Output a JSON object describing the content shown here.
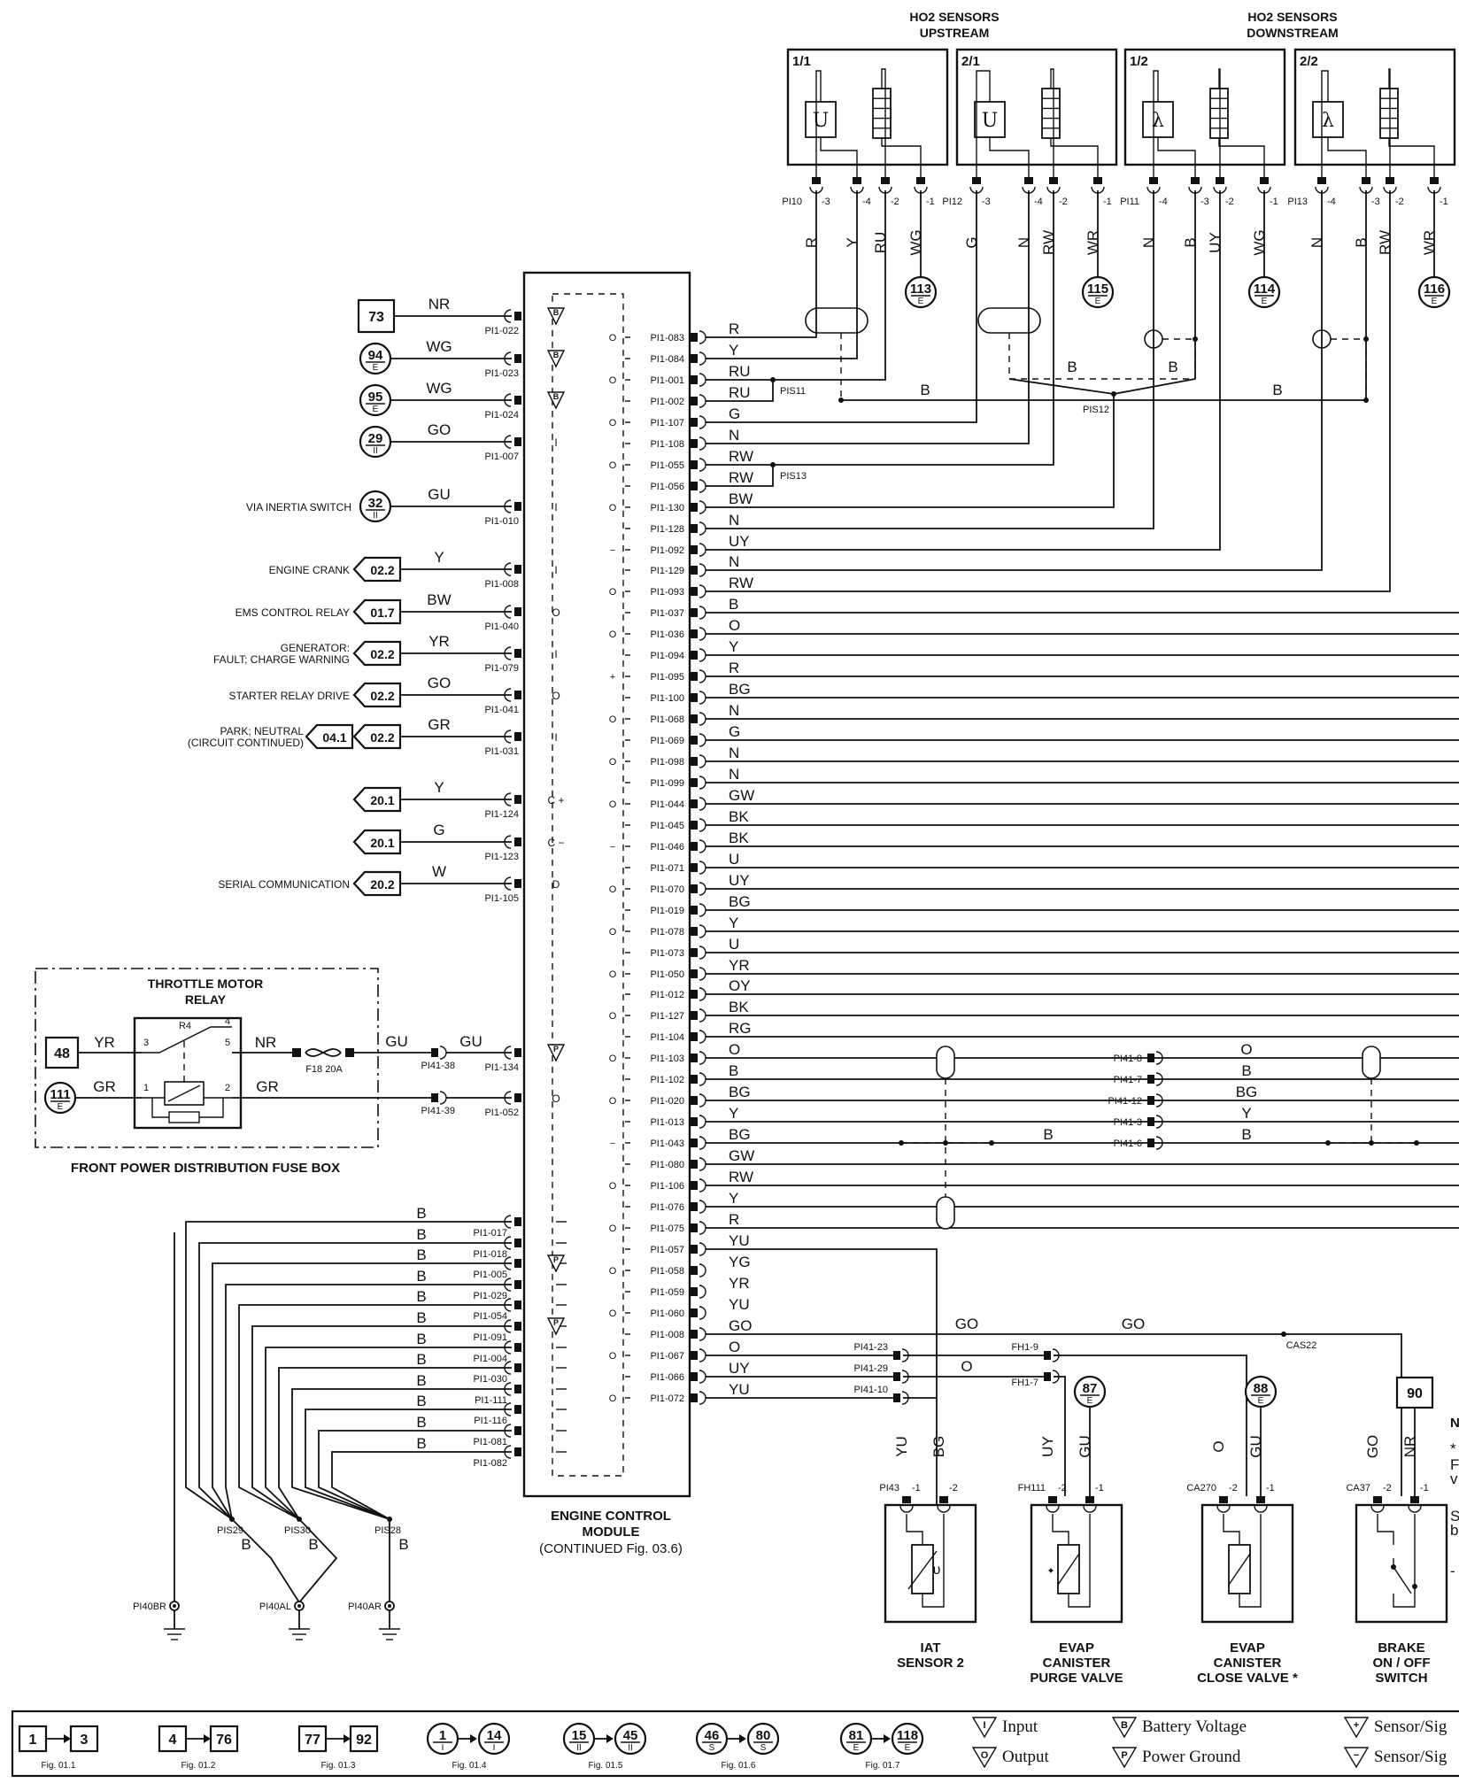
{
  "sensors": {
    "upstream_title": [
      "HO2 SENSORS",
      "UPSTREAM"
    ],
    "downstream_title": [
      "HO2 SENSORS",
      "DOWNSTREAM"
    ],
    "s11": {
      "id": "1/1",
      "sym": "U",
      "conn": "PI10",
      "pins": [
        "-3",
        "-4",
        "-2",
        "-1"
      ],
      "colors": [
        "R",
        "Y",
        "RU",
        "WG"
      ],
      "ref": "113",
      "ref_sub": "E"
    },
    "s21": {
      "id": "2/1",
      "sym": "U",
      "conn": "PI12",
      "pins": [
        "-3",
        "-4",
        "-2",
        "-1"
      ],
      "colors": [
        "G",
        "N",
        "RW",
        "WR"
      ],
      "ref": "115",
      "ref_sub": "E"
    },
    "s12": {
      "id": "1/2",
      "sym": "λ",
      "conn": "PI11",
      "pins": [
        "-4",
        "-3",
        "-2",
        "-1"
      ],
      "colors": [
        "N",
        "B",
        "UY",
        "WG"
      ],
      "ref": "114",
      "ref_sub": "E"
    },
    "s22": {
      "id": "2/2",
      "sym": "λ",
      "conn": "PI13",
      "pins": [
        "-4",
        "-3",
        "-2",
        "-1"
      ],
      "colors": [
        "N",
        "B",
        "RW",
        "WR"
      ],
      "ref": "116",
      "ref_sub": "E"
    }
  },
  "left_inputs": [
    {
      "ref": "73",
      "shape": "square",
      "color": "NR",
      "pin": "PI1-022",
      "io": "B"
    },
    {
      "ref": "94",
      "sub": "E",
      "shape": "circle",
      "color": "WG",
      "pin": "PI1-023",
      "io": "B"
    },
    {
      "ref": "95",
      "sub": "E",
      "shape": "circle",
      "color": "WG",
      "pin": "PI1-024",
      "io": "B"
    },
    {
      "ref": "29",
      "sub": "II",
      "shape": "circle",
      "color": "GO",
      "pin": "PI1-007",
      "io": "I"
    },
    {
      "ref": "32",
      "sub": "II",
      "shape": "circle",
      "color": "GU",
      "pin": "PI1-010",
      "io": "I",
      "label": [
        "VIA INERTIA SWITCH"
      ]
    },
    {
      "ref": "02.2",
      "shape": "arrow",
      "color": "Y",
      "pin": "PI1-008",
      "io": "I",
      "label": [
        "ENGINE CRANK"
      ]
    },
    {
      "ref": "01.7",
      "shape": "arrow",
      "color": "BW",
      "pin": "PI1-040",
      "io": "O",
      "label": [
        "EMS CONTROL RELAY"
      ]
    },
    {
      "ref": "02.2",
      "shape": "arrow",
      "color": "YR",
      "pin": "PI1-079",
      "io": "I",
      "label": [
        "GENERATOR:",
        "FAULT; CHARGE WARNING"
      ]
    },
    {
      "ref": "02.2",
      "shape": "arrow",
      "color": "GO",
      "pin": "PI1-041",
      "io": "O",
      "label": [
        "STARTER RELAY DRIVE"
      ]
    },
    {
      "ref": "02.2",
      "ref2": "04.1",
      "shape": "arrow2",
      "color": "GR",
      "pin": "PI1-031",
      "io": "I",
      "label": [
        "PARK; NEUTRAL",
        "(CIRCUIT CONTINUED)"
      ]
    },
    {
      "ref": "20.1",
      "shape": "arrow",
      "color": "Y",
      "pin": "PI1-124",
      "io": "C +"
    },
    {
      "ref": "20.1",
      "shape": "arrow",
      "color": "G",
      "pin": "PI1-123",
      "io": "C −"
    },
    {
      "ref": "20.2",
      "shape": "arrow",
      "color": "W",
      "pin": "PI1-105",
      "io": "D",
      "label": [
        "SERIAL COMMUNICATION"
      ]
    }
  ],
  "right_pins": [
    {
      "pin": "PI1-083",
      "color": "R"
    },
    {
      "pin": "PI1-084",
      "color": "Y"
    },
    {
      "pin": "PI1-001",
      "color": "RU"
    },
    {
      "pin": "PI1-002",
      "color": "RU"
    },
    {
      "pin": "PI1-107",
      "color": "G"
    },
    {
      "pin": "PI1-108",
      "color": "N"
    },
    {
      "pin": "PI1-055",
      "color": "RW"
    },
    {
      "pin": "PI1-056",
      "color": "RW"
    },
    {
      "pin": "PI1-130",
      "color": "BW"
    },
    {
      "pin": "PI1-128",
      "color": "N"
    },
    {
      "pin": "PI1-092",
      "color": "UY"
    },
    {
      "pin": "PI1-129",
      "color": "N"
    },
    {
      "pin": "PI1-093",
      "color": "RW"
    },
    {
      "pin": "PI1-037",
      "color": "B"
    },
    {
      "pin": "PI1-036",
      "color": "O"
    },
    {
      "pin": "PI1-094",
      "color": "Y"
    },
    {
      "pin": "PI1-095",
      "color": "R"
    },
    {
      "pin": "PI1-100",
      "color": "BG"
    },
    {
      "pin": "PI1-068",
      "color": "N"
    },
    {
      "pin": "PI1-069",
      "color": "G"
    },
    {
      "pin": "PI1-098",
      "color": "N"
    },
    {
      "pin": "PI1-099",
      "color": "N"
    },
    {
      "pin": "PI1-044",
      "color": "GW"
    },
    {
      "pin": "PI1-045",
      "color": "BK"
    },
    {
      "pin": "PI1-046",
      "color": "BK"
    },
    {
      "pin": "PI1-071",
      "color": "U"
    },
    {
      "pin": "PI1-070",
      "color": "UY"
    },
    {
      "pin": "PI1-019",
      "color": "BG"
    },
    {
      "pin": "PI1-078",
      "color": "Y"
    },
    {
      "pin": "PI1-073",
      "color": "U"
    },
    {
      "pin": "PI1-050",
      "color": "YR"
    },
    {
      "pin": "PI1-012",
      "color": "OY"
    },
    {
      "pin": "PI1-127",
      "color": "BK"
    },
    {
      "pin": "PI1-104",
      "color": "RG"
    },
    {
      "pin": "PI1-103",
      "color": "O"
    },
    {
      "pin": "PI1-102",
      "color": "B"
    },
    {
      "pin": "PI1-020",
      "color": "BG"
    },
    {
      "pin": "PI1-013",
      "color": "Y"
    },
    {
      "pin": "PI1-043",
      "color": "BG"
    },
    {
      "pin": "PI1-080",
      "color": "GW"
    },
    {
      "pin": "PI1-106",
      "color": "RW"
    },
    {
      "pin": "PI1-076",
      "color": "Y"
    },
    {
      "pin": "PI1-075",
      "color": "R"
    },
    {
      "pin": "PI1-057",
      "color": "YU"
    },
    {
      "pin": "PI1-058",
      "color": "YG"
    },
    {
      "pin": "PI1-059",
      "color": "YR"
    },
    {
      "pin": "PI1-060",
      "color": "YU"
    },
    {
      "pin": "PI1-008",
      "color": "GO"
    },
    {
      "pin": "PI1-067",
      "color": "O"
    },
    {
      "pin": "PI1-066",
      "color": "UY"
    },
    {
      "pin": "PI1-072",
      "color": "YU"
    }
  ],
  "splices": {
    "pis11": "PIS11",
    "pis12": "PIS12",
    "pis13": "PIS13",
    "b": "B"
  },
  "pi41": {
    "pins": [
      "PI41-8",
      "PI41-7",
      "PI41-12",
      "PI41-3",
      "PI41-6"
    ],
    "colors": [
      "O",
      "B",
      "BG",
      "Y",
      "B"
    ],
    "dash_label": "B"
  },
  "relay": {
    "title": [
      "THROTTLE MOTOR",
      "RELAY"
    ],
    "in_ref": "48",
    "in_color": "YR",
    "gnd_ref": "111",
    "gnd_sub": "E",
    "gnd_color": "GR",
    "r4": "R4",
    "pins": [
      "3",
      "4",
      "5",
      "1",
      "2"
    ],
    "out_color": "NR",
    "fuse": [
      "F18 20A"
    ],
    "gu1": "GU",
    "gu2": "GU",
    "gr2": "GR",
    "conn1": "PI41-38",
    "conn2": "PI41-39",
    "ecm_pins": [
      "PI1-134",
      "PI1-052"
    ],
    "box_label": "FRONT POWER DISTRIBUTION FUSE BOX"
  },
  "grounds": {
    "pins": [
      "PI1-017",
      "PI1-018",
      "PI1-005",
      "PI1-029",
      "PI1-054",
      "PI1-091",
      "PI1-004",
      "PI1-030",
      "PI1-111",
      "PI1-116",
      "PI1-081",
      "PI1-082"
    ],
    "color": "B",
    "splices": [
      "PIS29",
      "PIS30",
      "PIS28"
    ],
    "points": [
      "PI40BR",
      "PI40AL",
      "PI40AR"
    ]
  },
  "ecm": {
    "title": [
      "ENGINE CONTROL",
      "MODULE",
      "(CONTINUED Fig. 03.6)"
    ]
  },
  "bottom": {
    "pi41_pins": [
      "PI41-23",
      "PI41-29",
      "PI41-10"
    ],
    "fh_pins": [
      "FH1-9",
      "FH1-7"
    ],
    "go": "GO",
    "o": "O",
    "cas22": "CAS22",
    "iat": {
      "conn": "PI43",
      "pins": [
        "-1",
        "-2"
      ],
      "colors": [
        "YU",
        "BG"
      ],
      "label": [
        "IAT",
        "SENSOR 2"
      ]
    },
    "purge": {
      "conn": "FH111",
      "pins": [
        "-2",
        "-1"
      ],
      "colors": [
        "UY",
        "GU"
      ],
      "ref": "87",
      "ref_sub": "E",
      "label": [
        "EVAP",
        "CANISTER",
        "PURGE VALVE"
      ]
    },
    "close": {
      "conn": "CA270",
      "pins": [
        "-2",
        "-1"
      ],
      "colors": [
        "O",
        "GU"
      ],
      "ref": "88",
      "ref_sub": "E",
      "label": [
        "EVAP",
        "CANISTER",
        "CLOSE VALVE *"
      ]
    },
    "brake": {
      "conn": "CA37",
      "pins": [
        "-2",
        "-1"
      ],
      "colors": [
        "GO",
        "NR"
      ],
      "ref": "90",
      "label": [
        "BRAKE",
        "ON / OFF",
        "SWITCH"
      ]
    },
    "notes_fragments": [
      "N",
      "*",
      "F",
      "v",
      "S",
      "b",
      "-"
    ]
  },
  "legend": {
    "figs": [
      {
        "a": "1",
        "b": "3",
        "fig": "Fig. 01.1",
        "shape": "square"
      },
      {
        "a": "4",
        "b": "76",
        "fig": "Fig. 01.2",
        "shape": "square"
      },
      {
        "a": "77",
        "b": "92",
        "fig": "Fig. 01.3",
        "shape": "square"
      },
      {
        "a": "1",
        "b": "14",
        "sa": "I",
        "sb": "I",
        "fig": "Fig. 01.4",
        "shape": "circle"
      },
      {
        "a": "15",
        "b": "45",
        "sa": "II",
        "sb": "II",
        "fig": "Fig. 01.5",
        "shape": "circle"
      },
      {
        "a": "46",
        "b": "80",
        "sa": "S",
        "sb": "S",
        "fig": "Fig. 01.6",
        "shape": "circle"
      },
      {
        "a": "81",
        "b": "118",
        "sa": "E",
        "sb": "E",
        "fig": "Fig. 01.7",
        "shape": "circle"
      }
    ],
    "symbols": [
      {
        "sym": "I",
        "text": "Input"
      },
      {
        "sym": "O",
        "text": "Output"
      },
      {
        "sym": "B",
        "text": "Battery Voltage"
      },
      {
        "sym": "P",
        "text": "Power Ground"
      },
      {
        "sym": "+",
        "text": "Sensor/Sig"
      },
      {
        "sym": "−",
        "text": "Sensor/Sig"
      }
    ]
  }
}
